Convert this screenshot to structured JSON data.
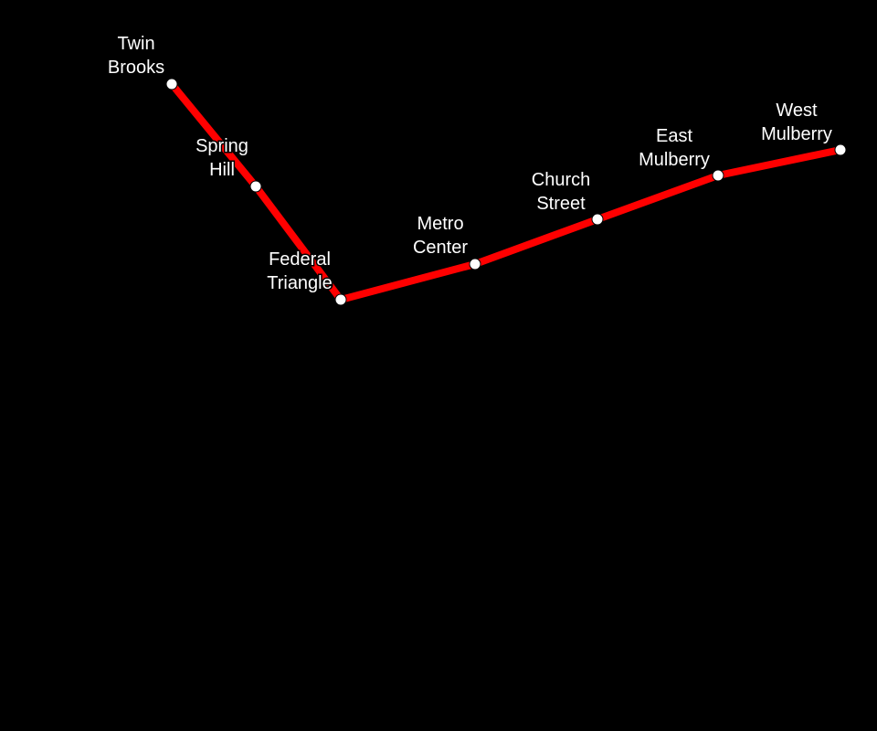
{
  "map": {
    "background_color": "#000000",
    "line": {
      "color": "#ff0000",
      "stations": [
        {
          "name": "Twin Brooks",
          "label_lines": [
            "Twin",
            "Brooks"
          ]
        },
        {
          "name": "Spring Hill",
          "label_lines": [
            "Spring",
            "Hill"
          ]
        },
        {
          "name": "Federal Triangle",
          "label_lines": [
            "Federal",
            "Triangle"
          ]
        },
        {
          "name": "Metro Center",
          "label_lines": [
            "Metro",
            "Center"
          ]
        },
        {
          "name": "Church Street",
          "label_lines": [
            "Church",
            "Street"
          ]
        },
        {
          "name": "East Mulberry",
          "label_lines": [
            "East",
            "Mulberry"
          ]
        },
        {
          "name": "West Mulberry",
          "label_lines": [
            "West",
            "Mulberry"
          ]
        }
      ]
    },
    "station_marker_color": "#ffffff",
    "label_color": "#ffffff"
  }
}
